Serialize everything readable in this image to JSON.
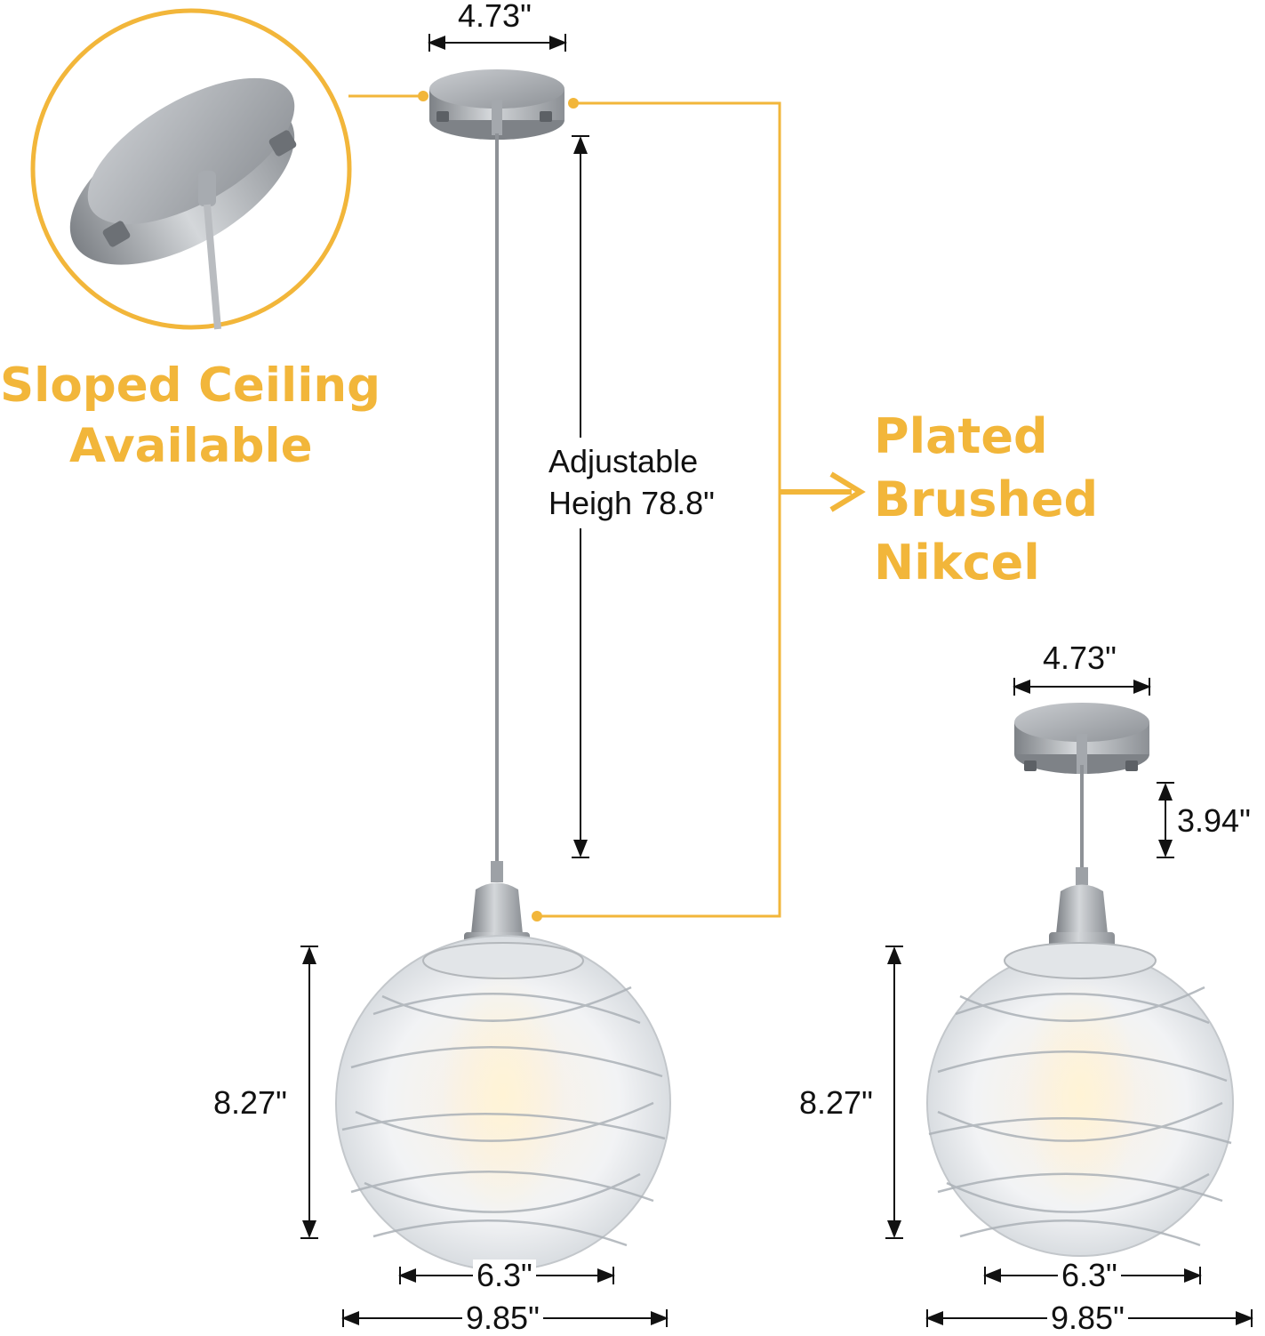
{
  "colors": {
    "accent": "#f2b63a",
    "nickel": "#9a9ea3",
    "line": "#111111"
  },
  "callouts": {
    "sloped_line1": "Sloped Ceiling",
    "sloped_line2": "Available",
    "finish_line1": "Plated",
    "finish_line2": "Brushed",
    "finish_line3": "Nikcel"
  },
  "left_fixture": {
    "canopy_width": "4.73\"",
    "height_line1": "Adjustable",
    "height_line2": "Heigh 78.8\"",
    "shade_height": "8.27\"",
    "opening_width": "6.3\"",
    "shade_width": "9.85\""
  },
  "right_fixture": {
    "canopy_width": "4.73\"",
    "rod_length": "3.94\"",
    "shade_height": "8.27\"",
    "opening_width": "6.3\"",
    "shade_width": "9.85\""
  }
}
